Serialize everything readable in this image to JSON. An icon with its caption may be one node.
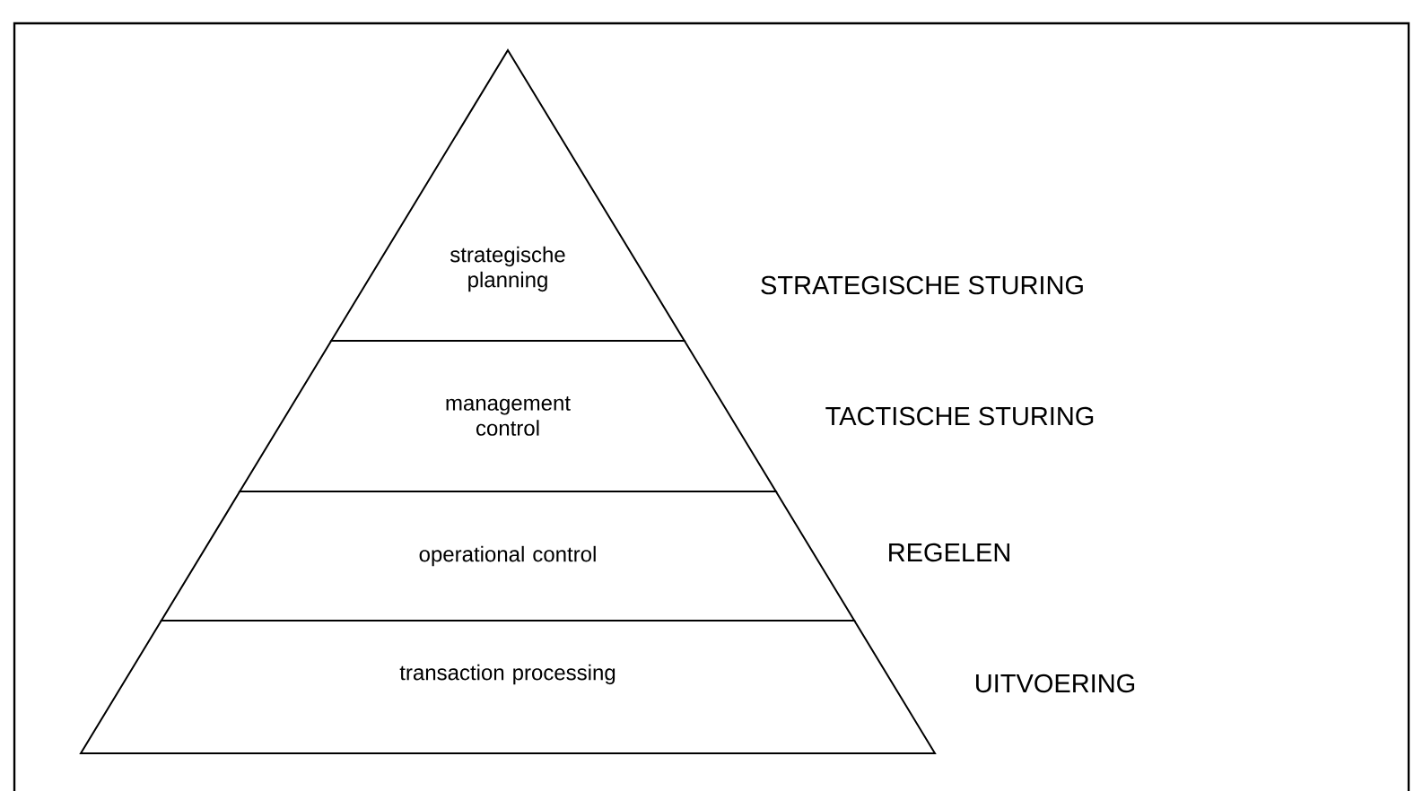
{
  "diagram": {
    "nodes": [
      {
        "text": [
          "strategische planning"
        ]
      },
      {
        "text": [
          "management control"
        ]
      },
      {
        "text": [
          "operational control"
        ]
      },
      {
        "text": [
          "transaction processing"
        ]
      }
    ],
    "labels": [
      "STRATEGISCHE STURING",
      "TACTISCHE STURING",
      "REGELEN",
      "UITVOERING"
    ]
  }
}
